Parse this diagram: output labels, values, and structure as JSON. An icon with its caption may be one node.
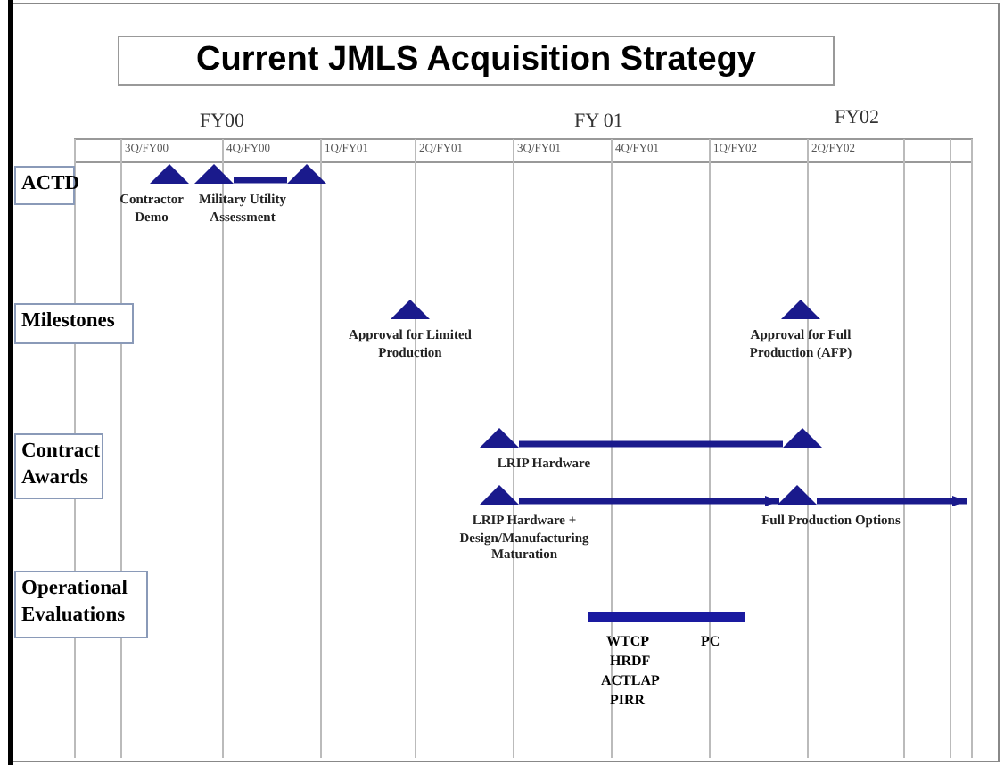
{
  "diagram": {
    "title": "Current JMLS Acquisition Strategy",
    "nodes": [
      {
        "text": [
          "ACTD"
        ]
      },
      {
        "text": [
          "Contractor Demo"
        ]
      },
      {
        "text": [
          "Military Utility Assessment"
        ]
      },
      {
        "text": [],
        "shape": "triangle"
      },
      {
        "text": [
          "Milestones"
        ]
      },
      {
        "text": [
          "Approval for Limited Production"
        ]
      },
      {
        "text": [
          "Approval for Full Production (AFP)"
        ]
      },
      {
        "text": [
          "Contract Awards"
        ]
      },
      {
        "text": [
          "LRIP Hardware"
        ]
      },
      {
        "text": [],
        "shape": "triangle"
      },
      {
        "text": [
          "LRIP Hardware + Design/Manufacturing Maturation"
        ]
      },
      {
        "text": [
          "Full Production Options"
        ]
      },
      {
        "text": [
          "Operational Evaluations"
        ]
      },
      {
        "text": [],
        "shape": "bar",
        "beside": [
          "WTCP",
          "HRDF",
          "ACTLAP",
          "PIRR",
          "PC"
        ]
      }
    ],
    "edges": [
      {
        "from": 2,
        "to": 3,
        "arrow": "none"
      },
      {
        "from": 8,
        "to": 9,
        "arrow": "none"
      },
      {
        "from": 10,
        "to": 11,
        "arrow": "to"
      },
      {
        "from": 11,
        "to": null,
        "arrow": "to"
      }
    ],
    "labels": [
      "FY00",
      "FY 01",
      "FY02",
      "3Q/FY00",
      "4Q/FY00",
      "1Q/FY01",
      "2Q/FY01",
      "3Q/FY01",
      "4Q/FY01",
      "1Q/FY02",
      "2Q/FY02"
    ]
  }
}
